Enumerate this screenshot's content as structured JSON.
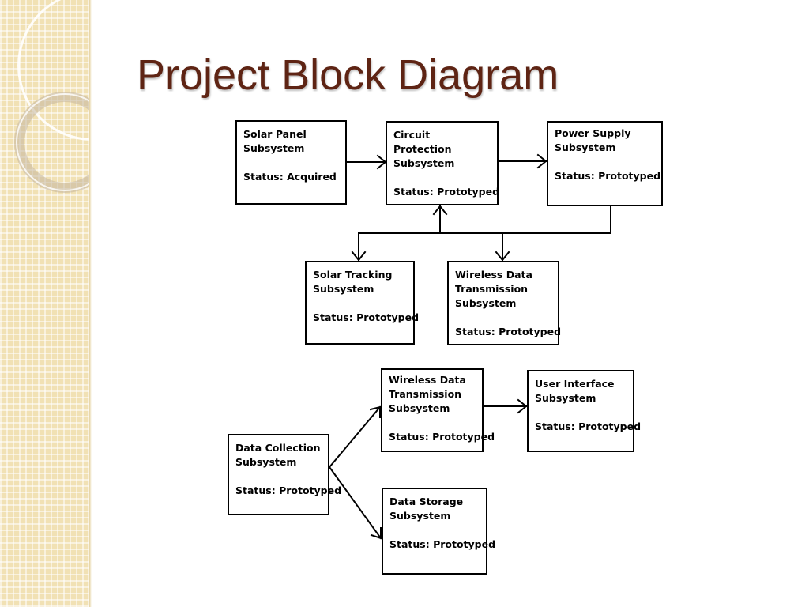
{
  "slide": {
    "title": "Project Block Diagram"
  },
  "theme": {
    "title_color": "#5e2414",
    "panel_color": "#f1e1b4"
  },
  "blocks": {
    "solar_panel": {
      "name": "Solar Panel\nSubsystem",
      "status": "Status: Acquired"
    },
    "circuit_protection": {
      "name": "Circuit Protection\nSubsystem",
      "status": "Status: Prototyped"
    },
    "power_supply": {
      "name": "Power Supply\nSubsystem",
      "status": "Status: Prototyped"
    },
    "solar_tracking": {
      "name": "Solar Tracking\nSubsystem",
      "status": "Status: Prototyped"
    },
    "wireless_data_1": {
      "name": "Wireless Data\nTransmission\nSubsystem",
      "status": "Status: Prototyped"
    },
    "data_collection": {
      "name": "Data Collection\nSubsystem",
      "status": "Status: Prototyped"
    },
    "wireless_data_2": {
      "name": "Wireless Data\nTransmission\nSubsystem",
      "status": "Status: Prototyped"
    },
    "user_interface": {
      "name": "User Interface\nSubsystem",
      "status": "Status: Prototyped"
    },
    "data_storage": {
      "name": "Data Storage\nSubsystem",
      "status": "Status: Prototyped"
    }
  }
}
